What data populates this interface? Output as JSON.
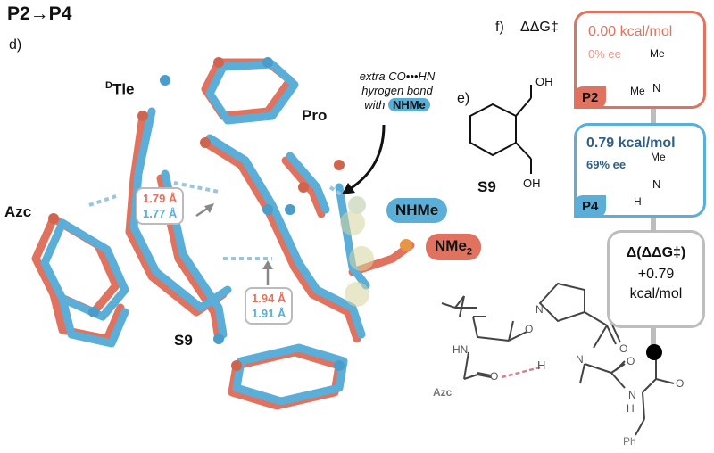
{
  "title": "P2→P4",
  "panels": {
    "d": "d)",
    "e": "e)",
    "f": "f)"
  },
  "ddg_symbol": "ΔΔG‡",
  "annotation": {
    "line1": "extra CO•••HN",
    "line2": "hyrogen bond",
    "line3": "with",
    "pill": "NHMe"
  },
  "residues": {
    "dtle_sup": "D",
    "dtle": "Tle",
    "pro": "Pro",
    "azc": "Azc",
    "s9": "S9"
  },
  "pills": {
    "nhme": "NHMe",
    "nme2": "NMe",
    "nme2_sub": "2"
  },
  "distances": [
    {
      "red": "1.79 Å",
      "blue": "1.77 Å"
    },
    {
      "red": "1.94 Å",
      "blue": "1.91 Å"
    }
  ],
  "s9_label": "S9",
  "s9_groups": {
    "oh_top": "OH",
    "oh_bottom": "OH"
  },
  "p2": {
    "energy": "0.00 kcal/mol",
    "ee": "0% ee",
    "tag": "P2",
    "me1": "Me",
    "me2": "Me",
    "n": "N"
  },
  "p4": {
    "energy": "0.79 kcal/mol",
    "ee": "69% ee",
    "tag": "P4",
    "me": "Me",
    "h": "H",
    "n": "N"
  },
  "delta": {
    "line1": "Δ(ΔΔG‡)",
    "line2": "+0.79",
    "line3": "kcal/mol"
  },
  "structure": {
    "hn": "HN",
    "o1": "O",
    "n1": "N",
    "o2": "O",
    "h": "H",
    "n2": "N",
    "o3": "O",
    "n3": "N",
    "h3": "H",
    "o4": "O",
    "azc": "Azc",
    "ph": "Ph"
  },
  "colors": {
    "red": "#e0735f",
    "blue": "#5aaed8",
    "gray": "#bdbdbd"
  }
}
